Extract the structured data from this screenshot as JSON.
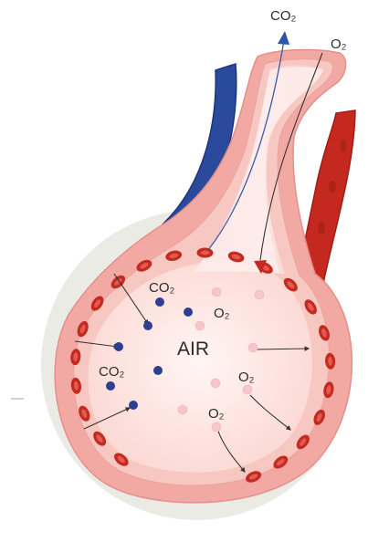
{
  "labels": {
    "co2_out": "CO₂",
    "o2_in": "O₂",
    "co2_left_upper": "CO₂",
    "co2_left_lower": "CO₂",
    "o2_right_upper": "O₂",
    "o2_right_middle": "O₂",
    "o2_right_lower": "O₂",
    "air": "AIR"
  },
  "colors": {
    "deoxygenated_blood": "#2b4a9c",
    "oxygenated_blood": "#c4281e",
    "alveolus_wall": "#f2a9a4",
    "alveolus_interior": "#fde6e2",
    "background_disc": "#ebebe6",
    "co2_particle": "#2d3f8e",
    "o2_particle": "#f6c6cc",
    "red_blood_cell": "#c42a1f"
  }
}
